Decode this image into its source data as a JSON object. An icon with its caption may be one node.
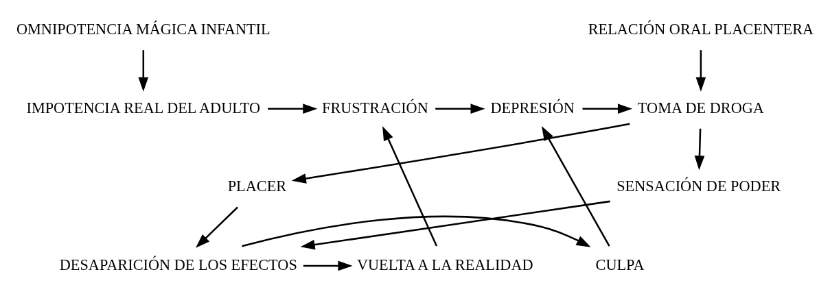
{
  "diagram": {
    "nodes": [
      {
        "text": [
          "OMNIPOTENCIA MÁGICA INFANTIL"
        ]
      },
      {
        "text": [
          "RELACIÓN ORAL PLACENTERA"
        ]
      },
      {
        "text": [
          "IMPOTENCIA REAL DEL ADULTO"
        ]
      },
      {
        "text": [
          "FRUSTRACIÓN"
        ]
      },
      {
        "text": [
          "DEPRESIÓN"
        ]
      },
      {
        "text": [
          "TOMA DE DROGA"
        ]
      },
      {
        "text": [
          "PLACER"
        ]
      },
      {
        "text": [
          "SENSACIÓN DE PODER"
        ]
      },
      {
        "text": [
          "CULPA"
        ]
      },
      {
        "text": [
          "DESAPARICIÓN DE LOS EFECTOS"
        ]
      },
      {
        "text": [
          "VUELTA A LA REALIDAD"
        ]
      }
    ],
    "edges": [
      {
        "from": 0,
        "to": 2,
        "arrow": "to"
      },
      {
        "from": 2,
        "to": 3,
        "arrow": "to"
      },
      {
        "from": 3,
        "to": 4,
        "arrow": "to"
      },
      {
        "from": 4,
        "to": 5,
        "arrow": "to"
      },
      {
        "from": 1,
        "to": 5,
        "arrow": "to"
      },
      {
        "from": 5,
        "to": 6,
        "arrow": "to"
      },
      {
        "from": 5,
        "to": 7,
        "arrow": "to"
      },
      {
        "from": 6,
        "to": 9,
        "arrow": "to"
      },
      {
        "from": 7,
        "to": 9,
        "arrow": "to"
      },
      {
        "from": 9,
        "to": 8,
        "arrow": "to"
      },
      {
        "from": 8,
        "to": 4,
        "arrow": "to"
      },
      {
        "from": 9,
        "to": 10,
        "arrow": "to"
      },
      {
        "from": 10,
        "to": 3,
        "arrow": "to"
      }
    ]
  }
}
